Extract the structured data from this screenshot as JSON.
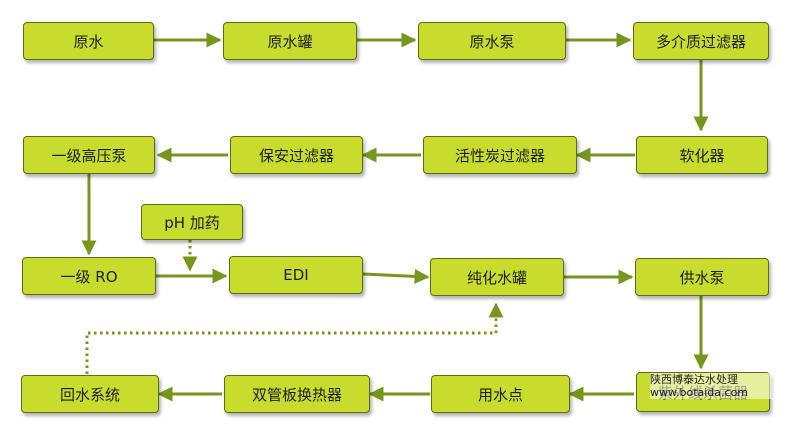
{
  "nodes": {
    "raw_water": "原水",
    "raw_water_tank": "原水罐",
    "raw_water_pump": "原水泵",
    "multimedia_filter": "多介质过滤器",
    "primary_hp_pump": "一级高压泵",
    "security_filter": "保安过滤器",
    "activated_carbon_filter": "活性炭过滤器",
    "softener": "软化器",
    "ph_dosing": "pH 加药",
    "primary_ro": "一级 RO",
    "edi": "EDI",
    "pure_water_tank": "纯化水罐",
    "supply_pump": "供水泵",
    "return_system": "回水系统",
    "plate_heat_exchanger": "双管板换热器",
    "use_point": "用水点",
    "uv_sterilizer": "紫外线杀菌器"
  },
  "watermark": {
    "line1": "陕西博泰达水处理",
    "line2": "www.botaida.com"
  },
  "colors": {
    "box_fill": "#c8dc2e",
    "box_border": "#5e6e16",
    "arrow": "#77961c"
  }
}
